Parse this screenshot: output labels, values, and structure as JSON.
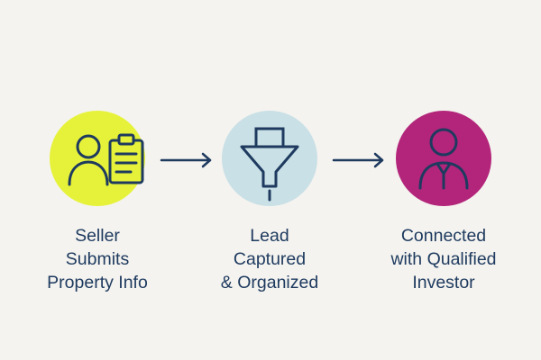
{
  "colors": {
    "background": "#f4f3ef",
    "ink": "#1e3a5f",
    "step1_circle": "#e6f23a",
    "step2_circle": "#c9e0e6",
    "step3_circle": "#b3257a"
  },
  "steps": [
    {
      "icon": "person-clipboard-icon",
      "label_lines": [
        "Seller",
        "Submits",
        "Property Info"
      ]
    },
    {
      "icon": "funnel-icon",
      "label_lines": [
        "Lead",
        "Captured",
        "& Organized"
      ]
    },
    {
      "icon": "investor-icon",
      "label_lines": [
        "Connected",
        "with Qualified",
        "Investor"
      ]
    }
  ],
  "connectors": [
    {
      "icon": "arrow-right-icon"
    },
    {
      "icon": "arrow-right-icon"
    }
  ]
}
